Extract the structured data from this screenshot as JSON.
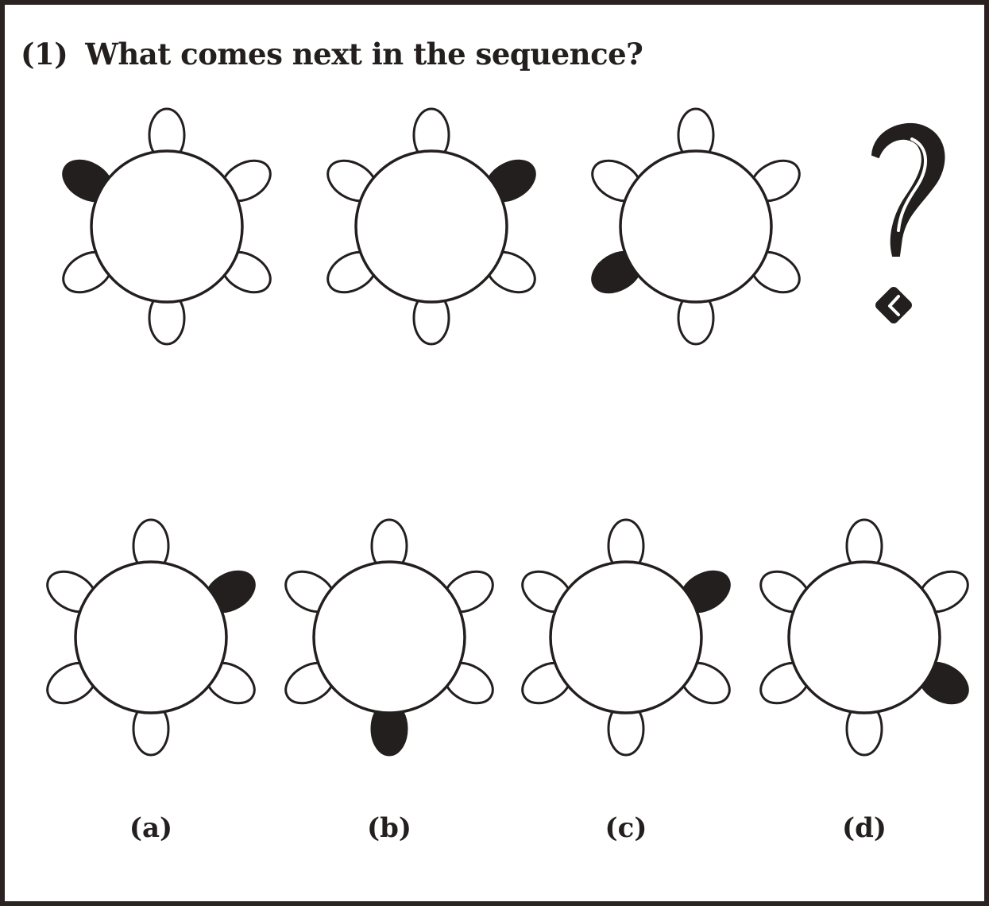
{
  "question": {
    "number": "(1)",
    "text": "What comes next in the sequence?"
  },
  "sequence": [
    {
      "name": "sequence-figure-1",
      "petals": 6,
      "filled_petal": "top-left"
    },
    {
      "name": "sequence-figure-2",
      "petals": 6,
      "filled_petal": "top-right"
    },
    {
      "name": "sequence-figure-3",
      "petals": 6,
      "filled_petal": "bottom-left"
    }
  ],
  "unknown_symbol": "question-mark-icon",
  "options": [
    {
      "label": "(a)",
      "filled_petal": "top-right"
    },
    {
      "label": "(b)",
      "filled_petal": "bottom"
    },
    {
      "label": "(c)",
      "filled_petal": "top-right"
    },
    {
      "label": "(d)",
      "filled_petal": "bottom-right"
    }
  ],
  "colors": {
    "ink": "#231f1e",
    "fill": "#ffffff",
    "frame": "#2b2321"
  }
}
